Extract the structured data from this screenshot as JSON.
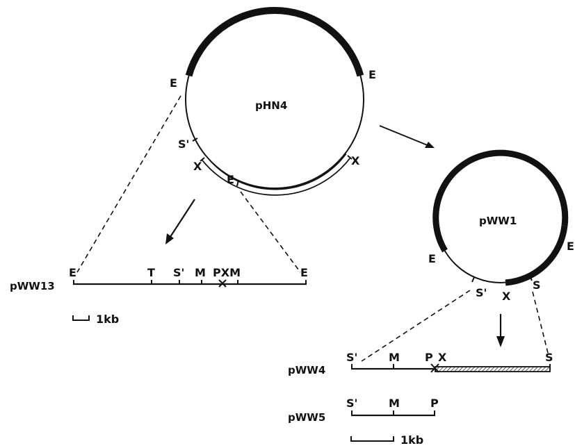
{
  "plasmids": {
    "pHN4": "pHN4",
    "pWW1": "pWW1"
  },
  "linear_maps": {
    "pWW13": "pWW13",
    "pWW4": "pWW4",
    "pWW5": "pWW5"
  },
  "sites": {
    "E": "E",
    "X": "X",
    "S": "S",
    "S_prime": "S'",
    "M": "M",
    "P": "P",
    "T": "T",
    "PXM": "PXM"
  },
  "scale_bars": {
    "left": "1kb",
    "right": "1kb"
  }
}
